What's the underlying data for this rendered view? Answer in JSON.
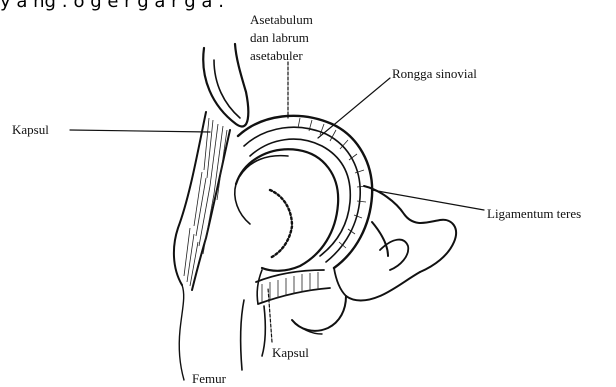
{
  "header": {
    "text": "y a ng : o g e r g a r g a ."
  },
  "labels": {
    "asetabulum_line1": "Asetabulum",
    "asetabulum_line2": "dan labrum",
    "asetabulum_line3": "asetabuler",
    "rongga_sinovial": "Rongga sinovial",
    "kapsul_left": "Kapsul",
    "ligamentum_teres": "Ligamentum teres",
    "kapsul_bottom": "Kapsul",
    "femur": "Femur"
  }
}
